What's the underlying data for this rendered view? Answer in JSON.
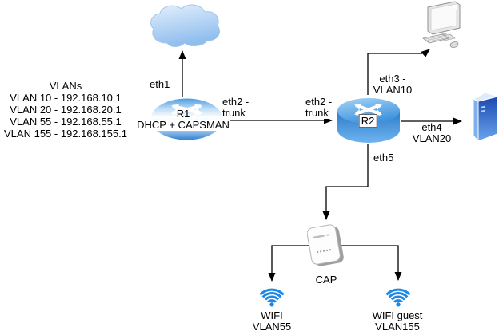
{
  "diagram": {
    "type": "network-topology",
    "vlan_list": {
      "title": "VLANs",
      "items": [
        "VLAN 10 - 192.168.10.1",
        "VLAN 20 - 192.168.20.1",
        "VLAN 55 - 192.168.55.1",
        "VLAN 155 - 192.168.155.1"
      ]
    },
    "nodes": {
      "internet": {
        "icon": "cloud-icon"
      },
      "r1": {
        "label": "R1",
        "sublabel": "DHCP + CAPSMAN",
        "icon": "router-top-icon"
      },
      "r2": {
        "label": "R2",
        "icon": "router-3d-icon"
      },
      "pc": {
        "icon": "desktop-computer-icon"
      },
      "server": {
        "icon": "server-icon"
      },
      "cap": {
        "label": "CAP",
        "icon": "access-point-icon"
      },
      "wifi_main": {
        "label": "WIFI\nVLAN55",
        "icon": "wifi-icon"
      },
      "wifi_guest": {
        "label": "WIFI guest\nVLAN155",
        "icon": "wifi-icon"
      }
    },
    "edge_labels": {
      "eth1": "eth1",
      "eth2_r1": "eth2 -\ntrunk",
      "eth2_r2": "eth2 -\ntrunk",
      "eth3": "eth3 -\nVLAN10",
      "eth4": "eth4\nVLAN20",
      "eth5": "eth5"
    },
    "colors": {
      "router_blue": "#3E92DC",
      "wifi_blue": "#1E88E5",
      "server_blue_dark": "#1A49B0",
      "server_blue_light": "#6AA4EE",
      "cloud_blue": "#A9CCF1",
      "edge_black": "#000000"
    }
  }
}
